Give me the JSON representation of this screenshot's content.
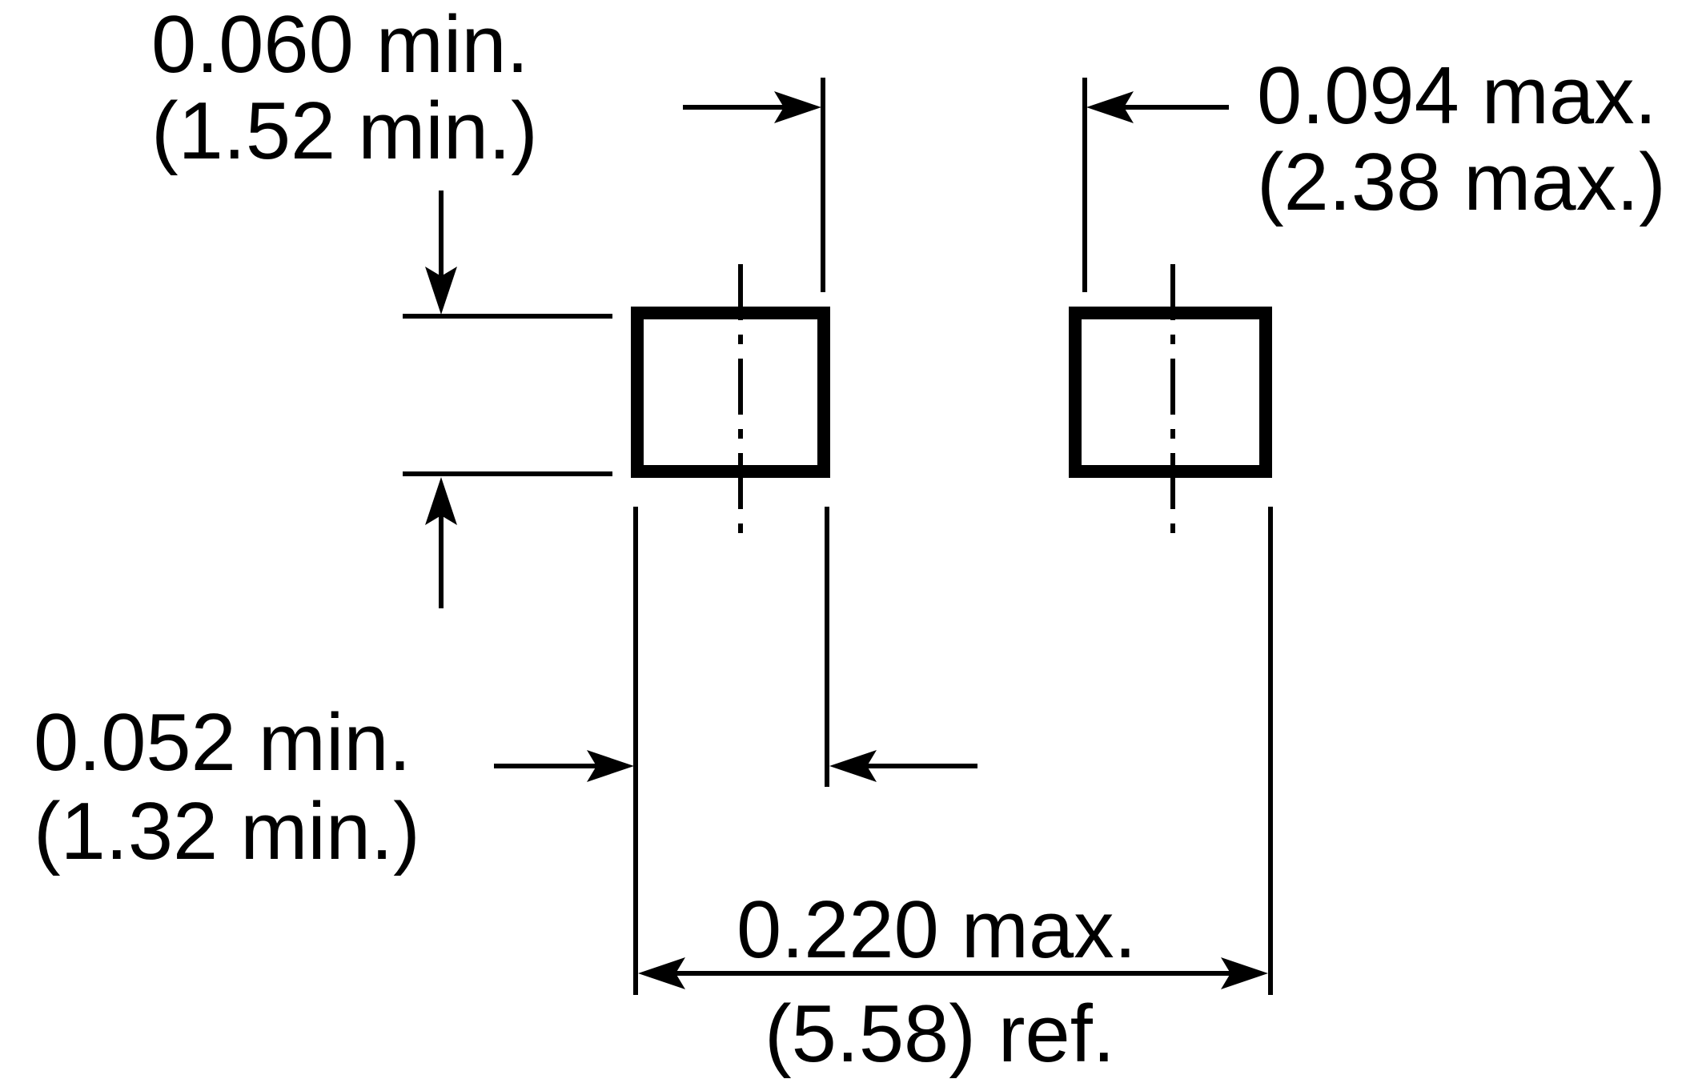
{
  "diagram": {
    "pad_length": {
      "inch": "0.060 min.",
      "mm": "(1.52 min.)"
    },
    "pad_width": {
      "inch": "0.094 max.",
      "mm": "(2.38 max.)"
    },
    "pad_gap": {
      "inch": "0.052 min.",
      "mm": "(1.32 min.)"
    },
    "overall_length": {
      "inch": "0.220 max.",
      "mm": "(5.58) ref."
    },
    "colors": {
      "ink": "#000000",
      "background": "#ffffff"
    }
  }
}
